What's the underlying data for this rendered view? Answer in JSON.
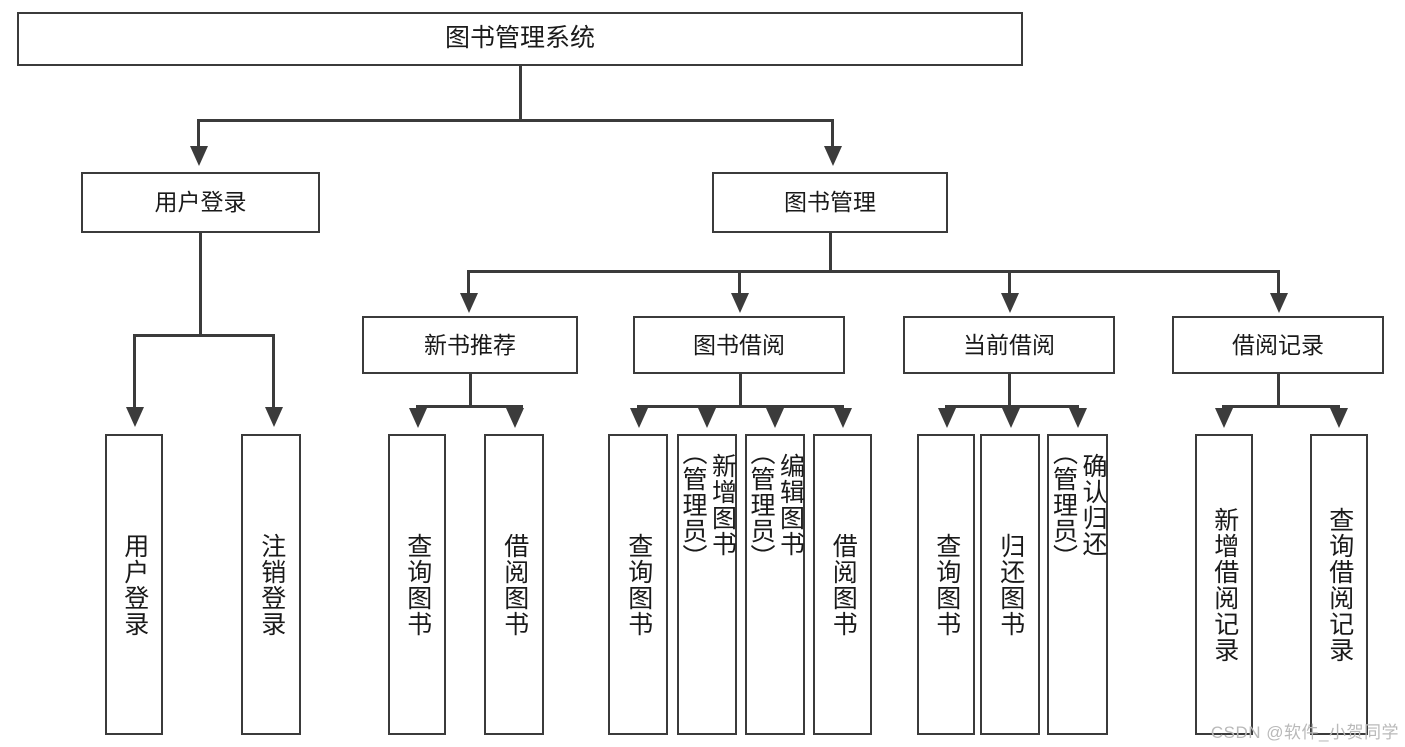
{
  "diagram": {
    "title": "图书管理系统",
    "type": "tree",
    "root": {
      "label": "图书管理系统"
    },
    "level1": [
      {
        "label": "用户登录"
      },
      {
        "label": "图书管理"
      }
    ],
    "level2": [
      {
        "label": "新书推荐"
      },
      {
        "label": "图书借阅"
      },
      {
        "label": "当前借阅"
      },
      {
        "label": "借阅记录"
      }
    ],
    "leaves": {
      "user_login": [
        {
          "label": "用户登录"
        },
        {
          "label": "注销登录"
        }
      ],
      "new_book_recommend": [
        {
          "label": "查询图书"
        },
        {
          "label": "借阅图书"
        }
      ],
      "book_borrow": [
        {
          "label": "查询图书"
        },
        {
          "label": "新增图书\n（管理员）"
        },
        {
          "label": "编辑图书\n（管理员）"
        },
        {
          "label": "借阅图书"
        }
      ],
      "current_borrow": [
        {
          "label": "查询图书"
        },
        {
          "label": "归还图书"
        },
        {
          "label": "确认归还\n（管理员）"
        }
      ],
      "borrow_records": [
        {
          "label": "新增借阅记录"
        },
        {
          "label": "查询借阅记录"
        }
      ]
    }
  },
  "watermark": {
    "text": "CSDN @软件_小贺同学"
  },
  "colors": {
    "line": "#3b3b3b",
    "text": "#1a1a1a",
    "background": "#ffffff",
    "watermark": "#b9b9b9"
  }
}
